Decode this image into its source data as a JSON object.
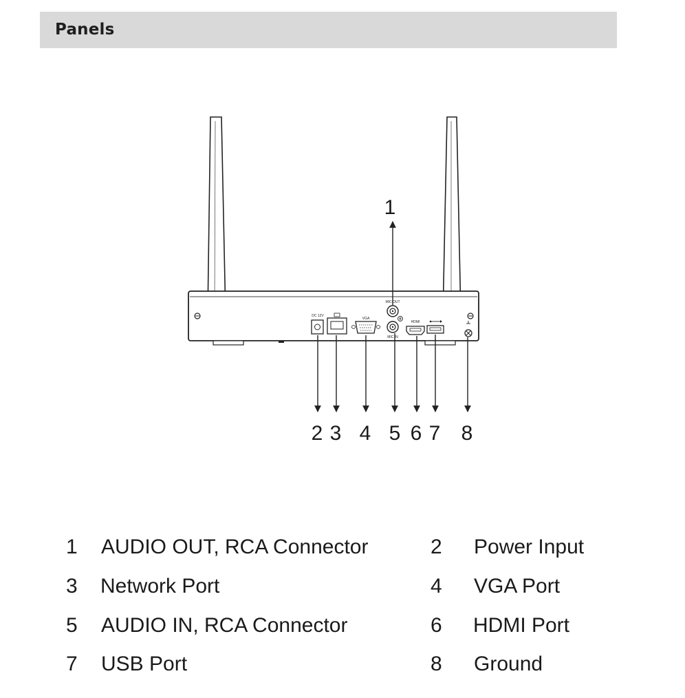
{
  "section": {
    "title": "Panels"
  },
  "diagram": {
    "callouts": [
      "1",
      "2",
      "3",
      "4",
      "5",
      "6",
      "7",
      "8"
    ],
    "port_labels": {
      "mic_out": "MIC OUT",
      "mic_in": "MIC IN",
      "hdmi": "HDMI",
      "vga": "VGA",
      "dc": "DC 12V"
    }
  },
  "legend": [
    {
      "num": "1",
      "label": "AUDIO OUT, RCA Connector"
    },
    {
      "num": "2",
      "label": "Power Input"
    },
    {
      "num": "3",
      "label": "Network Port"
    },
    {
      "num": "4",
      "label": "VGA Port"
    },
    {
      "num": "5",
      "label": "AUDIO IN, RCA Connector"
    },
    {
      "num": "6",
      "label": "HDMI Port"
    },
    {
      "num": "7",
      "label": "USB Port"
    },
    {
      "num": "8",
      "label": "Ground"
    }
  ]
}
